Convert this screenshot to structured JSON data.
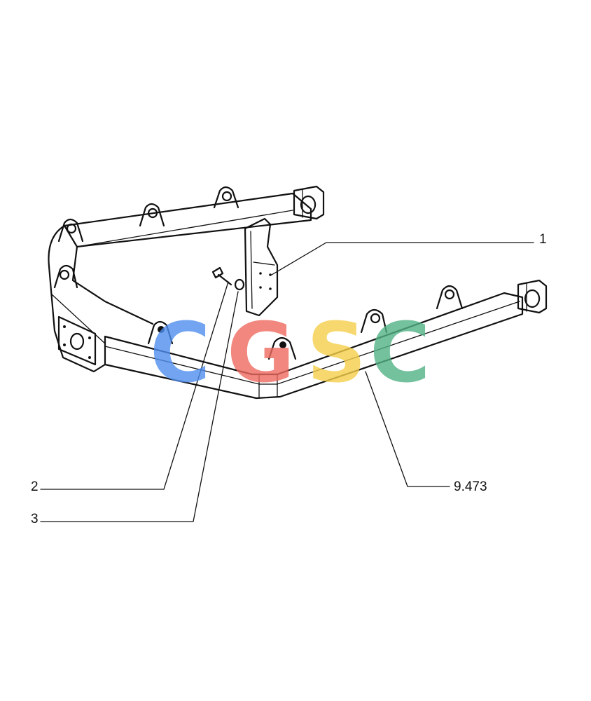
{
  "callouts": {
    "one": "1",
    "two": "2",
    "three": "3",
    "ref": "9.473"
  },
  "watermark": {
    "letters": [
      "C",
      "G",
      "S",
      "C"
    ],
    "colors": [
      "#4f8ef0",
      "#ee6a5f",
      "#f6cf4a",
      "#52b286"
    ]
  }
}
